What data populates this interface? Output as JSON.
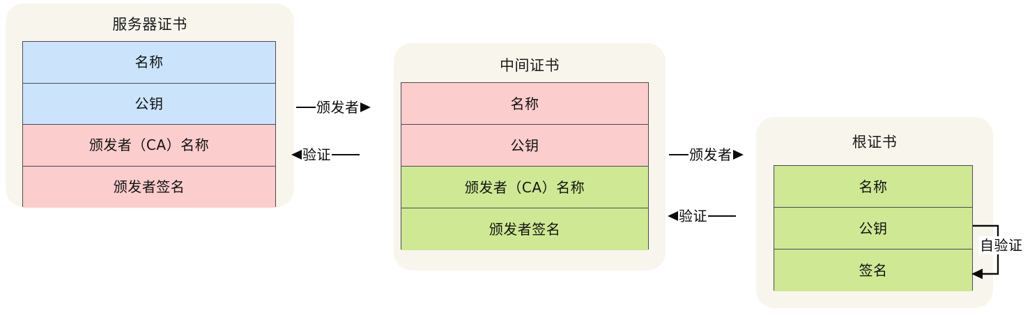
{
  "diagram": {
    "title": "certificate-chain-of-trust",
    "colors": {
      "card_background": "#f8f5ec",
      "row_blue": "#cbe4fb",
      "row_pink": "#fbcdcd",
      "row_green": "#cfe894",
      "border": "#4a4a52",
      "arrow": "#0b0b0b",
      "page_background": "#ffffff"
    }
  },
  "cards": [
    {
      "id": "server-certificate",
      "title": "服务器证书",
      "rows": [
        {
          "label": "名称",
          "color": "blue"
        },
        {
          "label": "公钥",
          "color": "blue"
        },
        {
          "label": "颁发者（CA）名称",
          "color": "pink"
        },
        {
          "label": "颁发者签名",
          "color": "pink"
        }
      ]
    },
    {
      "id": "intermediate-certificate",
      "title": "中间证书",
      "rows": [
        {
          "label": "名称",
          "color": "pink"
        },
        {
          "label": "公钥",
          "color": "pink"
        },
        {
          "label": "颁发者（CA）名称",
          "color": "green"
        },
        {
          "label": "颁发者签名",
          "color": "green"
        }
      ]
    },
    {
      "id": "root-certificate",
      "title": "根证书",
      "rows": [
        {
          "label": "名称",
          "color": "green"
        },
        {
          "label": "公钥",
          "color": "green"
        },
        {
          "label": "签名",
          "color": "green"
        }
      ]
    }
  ],
  "connectors": [
    {
      "id": "issuer-server-to-intermediate",
      "label": "颁发者",
      "direction": "right"
    },
    {
      "id": "verify-intermediate-to-server",
      "label": "验证",
      "direction": "left"
    },
    {
      "id": "issuer-intermediate-to-root",
      "label": "颁发者",
      "direction": "right"
    },
    {
      "id": "verify-root-to-intermediate",
      "label": "验证",
      "direction": "left"
    }
  ],
  "self_verify": {
    "label": "自验证"
  }
}
